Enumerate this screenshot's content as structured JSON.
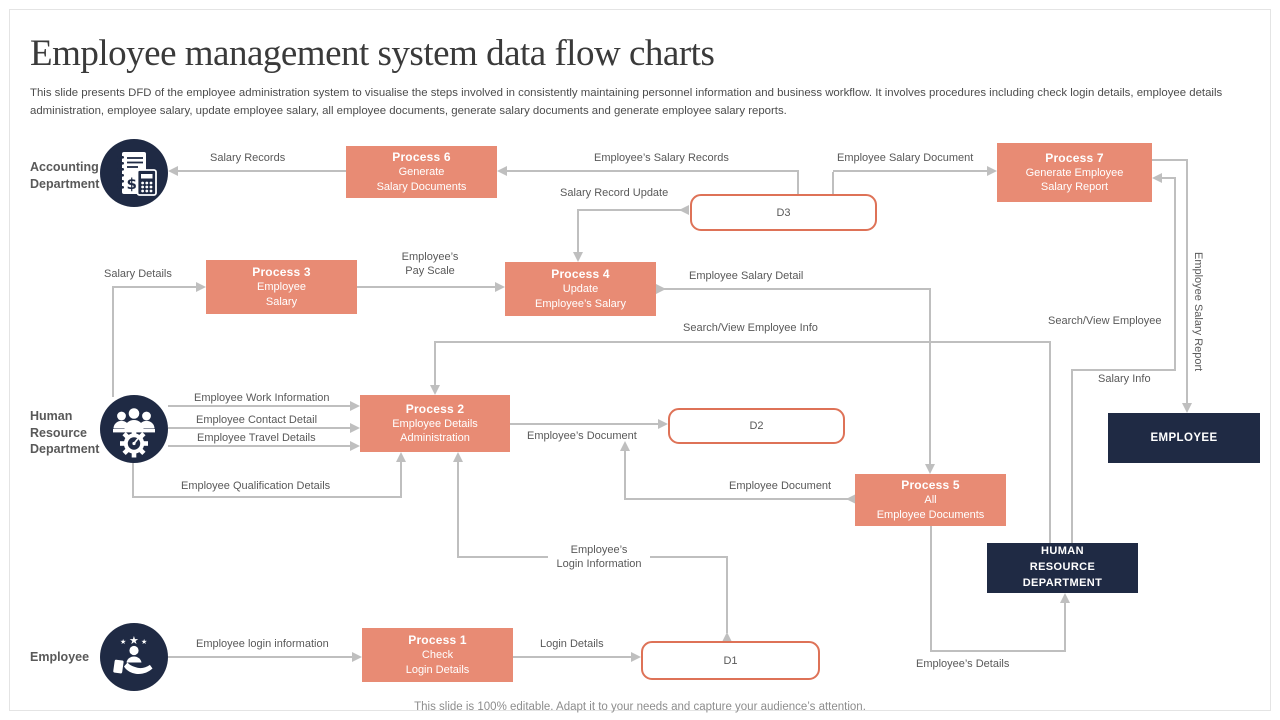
{
  "slide": {
    "title": "Employee management system data flow charts",
    "description": "This slide presents DFD of the employee administration system to visualise the steps involved in consistently maintaining personnel information and business workflow. It involves procedures including check login details, employee details administration, employee salary, update employee salary, all employee documents, generate salary documents and generate employee salary reports.",
    "footer": "This slide is 100% editable. Adapt it to your needs and capture your audience’s attention."
  },
  "entities": {
    "accounting": {
      "label": "Accounting\nDepartment",
      "icon": "ledger-calculator"
    },
    "human_resource": {
      "label": "Human\nResource\nDepartment",
      "icon": "team-gear"
    },
    "employee": {
      "label": "Employee",
      "icon": "hand-person"
    }
  },
  "processes": {
    "p1": {
      "title": "Process 1",
      "body": "Check\nLogin Details"
    },
    "p2": {
      "title": "Process 2",
      "body": "Employee Details\nAdministration"
    },
    "p3": {
      "title": "Process 3",
      "body": "Employee\nSalary"
    },
    "p4": {
      "title": "Process 4",
      "body": "Update\nEmployee’s Salary"
    },
    "p5": {
      "title": "Process 5",
      "body": "All\nEmployee Documents"
    },
    "p6": {
      "title": "Process 6",
      "body": "Generate\nSalary Documents"
    },
    "p7": {
      "title": "Process 7",
      "body": "Generate Employee\nSalary Report"
    }
  },
  "data_stores": {
    "d1": "D1",
    "d2": "D2",
    "d3": "D3"
  },
  "external_boxes": {
    "employee": "EMPLOYEE",
    "hrd": "HUMAN\nRESOURCE\nDEPARTMENT"
  },
  "flow_labels": {
    "salary_records": "Salary Records",
    "employees_salary_records": "Employee’s Salary Records",
    "employee_salary_document": "Employee Salary Document",
    "salary_record_update": "Salary Record Update",
    "salary_details": "Salary Details",
    "employees_pay_scale": "Employee’s\nPay Scale",
    "employee_salary_detail": "Employee Salary Detail",
    "search_view_employee_info": "Search/View Employee Info",
    "search_view_employee": "Search/View Employee",
    "salary_info": "Salary Info",
    "employee_salary_report": "Employee Salary Report",
    "employee_work_information": "Employee Work Information",
    "employee_contact_detail": "Employee Contact Detail",
    "employee_travel_details": "Employee Travel Details",
    "employee_qualification_details": "Employee Qualification Details",
    "employees_document": "Employee’s Document",
    "employee_document": "Employee Document",
    "employees_login_information": "Employee’s\nLogin Information",
    "employee_login_information": "Employee login information",
    "login_details": "Login Details",
    "employees_details": "Employee’s Details"
  },
  "colors": {
    "process-fill": "#E88B74",
    "store-border": "#DE7257",
    "navy": "#1F2A44",
    "line": "#BFBFBF",
    "label": "#595959"
  }
}
